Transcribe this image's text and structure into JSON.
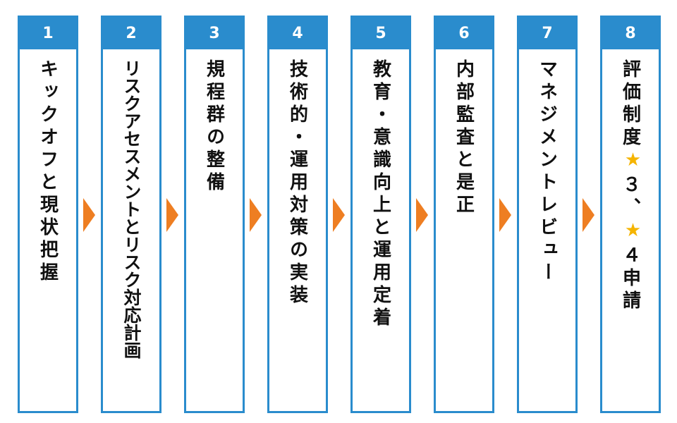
{
  "steps": [
    {
      "number": "1",
      "label": "キックオフと現状把握"
    },
    {
      "number": "2",
      "label": "リスクアセスメントとリスク対応計画"
    },
    {
      "number": "3",
      "label": "規程群の整備"
    },
    {
      "number": "4",
      "label": "技術的・運用対策の実装"
    },
    {
      "number": "5",
      "label": "教育・意識向上と運用定着"
    },
    {
      "number": "6",
      "label": "内部監査と是正"
    },
    {
      "number": "7",
      "label": "マネジメントレビュー"
    },
    {
      "number": "8",
      "label_parts": [
        "評価制度",
        "★",
        "３、",
        "★",
        "４申請"
      ]
    }
  ],
  "colors": {
    "box_border": "#2a8ccd",
    "number_band": "#2a8ccd",
    "arrow": "#ee7e22",
    "star": "#f5b400"
  },
  "icons": {
    "arrow": "arrow-right-icon",
    "star": "star-icon"
  }
}
